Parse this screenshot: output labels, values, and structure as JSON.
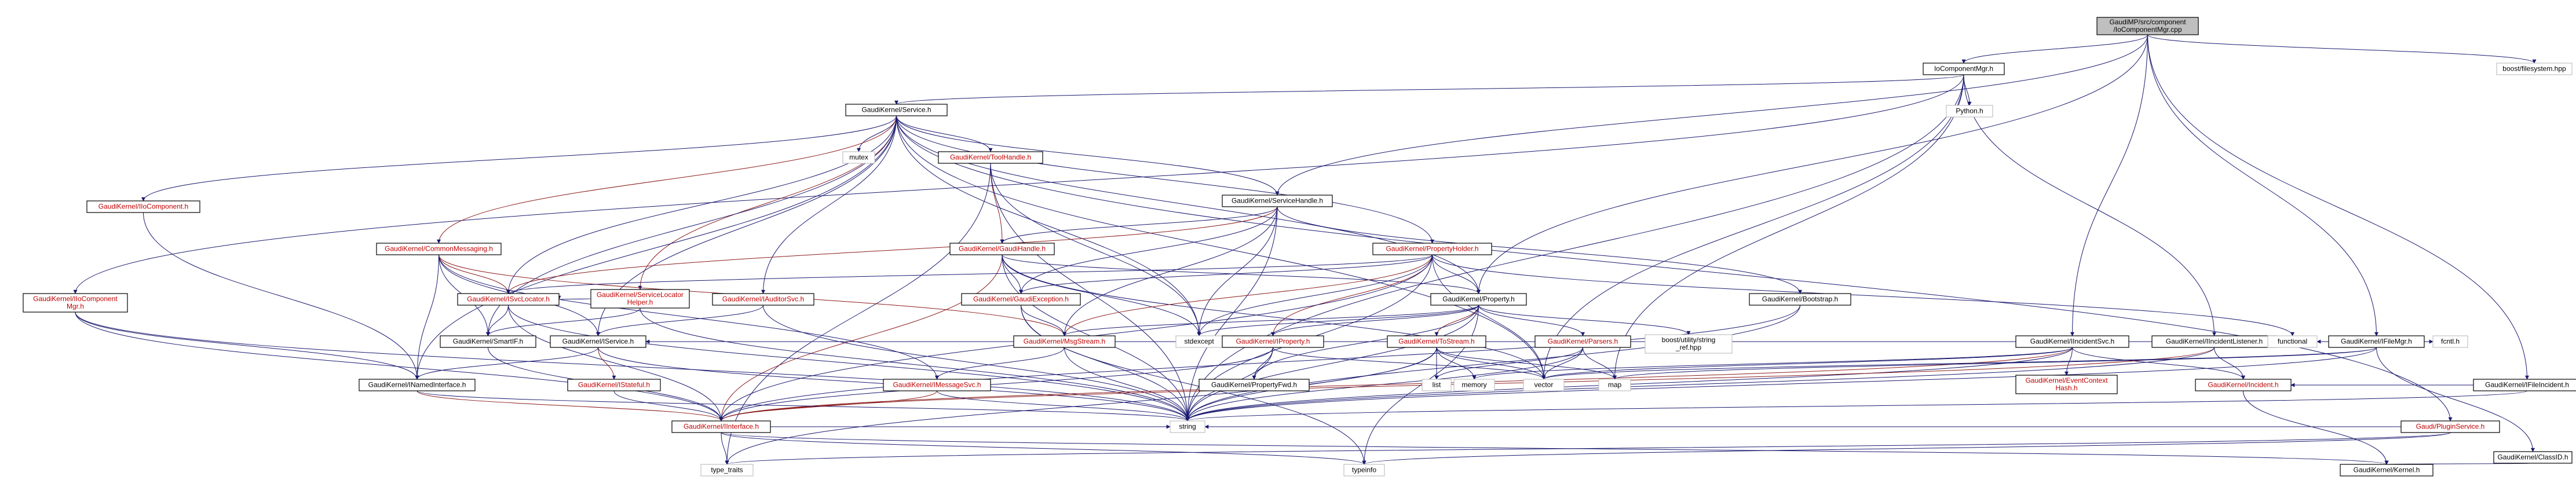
{
  "graph": {
    "title": "include dependency graph",
    "colors": {
      "edge": "#191970",
      "node_border": "#000000",
      "root_fill": "#bfbfbf",
      "undocumented_text": "#c00000",
      "documented_text": "#000000",
      "system_border": "#c0c0c0"
    },
    "nodes": [
      {
        "id": "root",
        "lines": [
          "GaudiMP/src/component",
          "/IoComponentMgr.cpp"
        ],
        "kind": "root"
      },
      {
        "id": "iocompmgr_h",
        "lines": [
          "IoComponentMgr.h"
        ],
        "kind": "doc"
      },
      {
        "id": "boost_fs",
        "lines": [
          "boost/filesystem.hpp"
        ],
        "kind": "ext"
      },
      {
        "id": "python_h",
        "lines": [
          "Python.h"
        ],
        "kind": "ext"
      },
      {
        "id": "service_h",
        "lines": [
          "GaudiKernel/Service.h"
        ],
        "kind": "doc"
      },
      {
        "id": "iiocomponent_h",
        "lines": [
          "GaudiKernel/IIoComponent.h"
        ],
        "kind": "undoc"
      },
      {
        "id": "mutex",
        "lines": [
          "mutex"
        ],
        "kind": "ext"
      },
      {
        "id": "toolhandle_h",
        "lines": [
          "GaudiKernel/ToolHandle.h"
        ],
        "kind": "undoc"
      },
      {
        "id": "servicehandle_h",
        "lines": [
          "GaudiKernel/ServiceHandle.h"
        ],
        "kind": "doc"
      },
      {
        "id": "commonmsg_h",
        "lines": [
          "GaudiKernel/CommonMessaging.h"
        ],
        "kind": "undoc"
      },
      {
        "id": "gaudihandle_h",
        "lines": [
          "GaudiKernel/GaudiHandle.h"
        ],
        "kind": "undoc"
      },
      {
        "id": "propertyholder_h",
        "lines": [
          "GaudiKernel/PropertyHolder.h"
        ],
        "kind": "undoc"
      },
      {
        "id": "isvclocator_h",
        "lines": [
          "GaudiKernel/ISvcLocator.h"
        ],
        "kind": "undoc"
      },
      {
        "id": "svclocatorhelper_h",
        "lines": [
          "GaudiKernel/ServiceLocator",
          "Helper.h"
        ],
        "kind": "undoc"
      },
      {
        "id": "iauditorsvc_h",
        "lines": [
          "GaudiKernel/IAuditorSvc.h"
        ],
        "kind": "undoc"
      },
      {
        "id": "gaudiexception_h",
        "lines": [
          "GaudiKernel/GaudiException.h"
        ],
        "kind": "undoc"
      },
      {
        "id": "property_h",
        "lines": [
          "GaudiKernel/Property.h"
        ],
        "kind": "doc"
      },
      {
        "id": "bootstrap_h",
        "lines": [
          "GaudiKernel/Bootstrap.h"
        ],
        "kind": "doc"
      },
      {
        "id": "iiocompmgr_h",
        "lines": [
          "GaudiKernel/IIoComponent",
          "Mgr.h"
        ],
        "kind": "undoc"
      },
      {
        "id": "ismartif_h",
        "lines": [
          "GaudiKernel/SmartIF.h"
        ],
        "kind": "doc"
      },
      {
        "id": "iservice_h",
        "lines": [
          "GaudiKernel/IService.h"
        ],
        "kind": "doc"
      },
      {
        "id": "msgstream_h",
        "lines": [
          "GaudiKernel/MsgStream.h"
        ],
        "kind": "undoc"
      },
      {
        "id": "stdexcept",
        "lines": [
          "stdexcept"
        ],
        "kind": "ext"
      },
      {
        "id": "iproperty_h",
        "lines": [
          "GaudiKernel/IProperty.h"
        ],
        "kind": "undoc"
      },
      {
        "id": "tostream_h",
        "lines": [
          "GaudiKernel/ToStream.h"
        ],
        "kind": "undoc"
      },
      {
        "id": "parsers_h",
        "lines": [
          "GaudiKernel/Parsers.h"
        ],
        "kind": "undoc"
      },
      {
        "id": "boost_string_ref",
        "lines": [
          "boost/utility/string",
          "_ref.hpp"
        ],
        "kind": "ext"
      },
      {
        "id": "iincidentsvc_h",
        "lines": [
          "GaudiKernel/IIncidentSvc.h"
        ],
        "kind": "doc"
      },
      {
        "id": "iincidentlistener_h",
        "lines": [
          "GaudiKernel/IIncidentListener.h"
        ],
        "kind": "doc"
      },
      {
        "id": "functional",
        "lines": [
          "functional"
        ],
        "kind": "ext"
      },
      {
        "id": "ifilemgr_h",
        "lines": [
          "GaudiKernel/IFileMgr.h"
        ],
        "kind": "doc"
      },
      {
        "id": "fcntl_h",
        "lines": [
          "fcntl.h"
        ],
        "kind": "ext"
      },
      {
        "id": "ifileincident_h",
        "lines": [
          "GaudiKernel/IFileIncident.h"
        ],
        "kind": "doc"
      },
      {
        "id": "inamedinterface_h",
        "lines": [
          "GaudiKernel/INamedInterface.h"
        ],
        "kind": "doc"
      },
      {
        "id": "istateful_h",
        "lines": [
          "GaudiKernel/IStateful.h"
        ],
        "kind": "undoc"
      },
      {
        "id": "imessagesvc_h",
        "lines": [
          "GaudiKernel/IMessageSvc.h"
        ],
        "kind": "undoc"
      },
      {
        "id": "propertyfwd_h",
        "lines": [
          "GaudiKernel/PropertyFwd.h"
        ],
        "kind": "doc"
      },
      {
        "id": "list",
        "lines": [
          "list"
        ],
        "kind": "ext"
      },
      {
        "id": "memory",
        "lines": [
          "memory"
        ],
        "kind": "ext"
      },
      {
        "id": "vector",
        "lines": [
          "vector"
        ],
        "kind": "ext"
      },
      {
        "id": "map",
        "lines": [
          "map"
        ],
        "kind": "ext"
      },
      {
        "id": "eventcontext_h",
        "lines": [
          "GaudiKernel/EventContext",
          "Hash.h"
        ],
        "kind": "undoc"
      },
      {
        "id": "incident_h",
        "lines": [
          "GaudiKernel/Incident.h"
        ],
        "kind": "undoc"
      },
      {
        "id": "pluginservice_h",
        "lines": [
          "Gaudi/PluginService.h"
        ],
        "kind": "undoc"
      },
      {
        "id": "iinterface_h",
        "lines": [
          "GaudiKernel/IInterface.h"
        ],
        "kind": "undoc"
      },
      {
        "id": "string",
        "lines": [
          "string"
        ],
        "kind": "ext"
      },
      {
        "id": "type_traits",
        "lines": [
          "type_traits"
        ],
        "kind": "ext"
      },
      {
        "id": "typeinfo",
        "lines": [
          "typeinfo"
        ],
        "kind": "ext"
      },
      {
        "id": "kernel_h",
        "lines": [
          "GaudiKernel/Kernel.h"
        ],
        "kind": "doc"
      },
      {
        "id": "iclassid_h",
        "lines": [
          "GaudiKernel/ClassID.h"
        ],
        "kind": "doc"
      }
    ],
    "edges": [
      [
        "root",
        "iocompmgr_h"
      ],
      [
        "root",
        "boost_fs"
      ],
      [
        "root",
        "servicehandle_h"
      ],
      [
        "root",
        "property_h"
      ],
      [
        "root",
        "iincidentsvc_h"
      ],
      [
        "root",
        "ifilemgr_h"
      ],
      [
        "root",
        "ifileincident_h"
      ],
      [
        "iocompmgr_h",
        "service_h"
      ],
      [
        "iocompmgr_h",
        "iiocompmgr_h"
      ],
      [
        "iocompmgr_h",
        "python_h"
      ],
      [
        "iocompmgr_h",
        "iincidentlistener_h"
      ],
      [
        "iocompmgr_h",
        "vector"
      ],
      [
        "iocompmgr_h",
        "string"
      ],
      [
        "iocompmgr_h",
        "map"
      ],
      [
        "service_h",
        "iiocomponent_h"
      ],
      [
        "service_h",
        "mutex"
      ],
      [
        "service_h",
        "toolhandle_h"
      ],
      [
        "service_h",
        "servicehandle_h"
      ],
      [
        "service_h",
        "commonmsg_h"
      ],
      [
        "service_h",
        "propertyholder_h"
      ],
      [
        "service_h",
        "isvclocator_h"
      ],
      [
        "service_h",
        "svclocatorhelper_h"
      ],
      [
        "service_h",
        "iauditorsvc_h"
      ],
      [
        "service_h",
        "property_h"
      ],
      [
        "service_h",
        "iservice_h"
      ],
      [
        "service_h",
        "ismartif_h"
      ],
      [
        "service_h",
        "vector"
      ],
      [
        "service_h",
        "stdexcept"
      ],
      [
        "service_h",
        "inamedinterface_h"
      ],
      [
        "iiocomponent_h",
        "inamedinterface_h"
      ],
      [
        "toolhandle_h",
        "gaudihandle_h"
      ],
      [
        "toolhandle_h",
        "stdexcept"
      ],
      [
        "toolhandle_h",
        "type_traits"
      ],
      [
        "toolhandle_h",
        "string"
      ],
      [
        "servicehandle_h",
        "gaudihandle_h"
      ],
      [
        "servicehandle_h",
        "gaudiexception_h"
      ],
      [
        "servicehandle_h",
        "isvclocator_h"
      ],
      [
        "servicehandle_h",
        "bootstrap_h"
      ],
      [
        "servicehandle_h",
        "msgstream_h"
      ],
      [
        "servicehandle_h",
        "stdexcept"
      ],
      [
        "servicehandle_h",
        "string"
      ],
      [
        "commonmsg_h",
        "imessagesvc_h"
      ],
      [
        "commonmsg_h",
        "isvclocator_h"
      ],
      [
        "commonmsg_h",
        "ismartif_h"
      ],
      [
        "commonmsg_h",
        "iservice_h"
      ],
      [
        "commonmsg_h",
        "msgstream_h"
      ],
      [
        "commonmsg_h",
        "inamedinterface_h"
      ],
      [
        "gaudihandle_h",
        "gaudiexception_h"
      ],
      [
        "gaudihandle_h",
        "iinterface_h"
      ],
      [
        "gaudihandle_h",
        "property_h"
      ],
      [
        "gaudihandle_h",
        "string"
      ],
      [
        "gaudihandle_h",
        "vector"
      ],
      [
        "gaudihandle_h",
        "stdexcept"
      ],
      [
        "propertyholder_h",
        "property_h"
      ],
      [
        "propertyholder_h",
        "iproperty_h"
      ],
      [
        "propertyholder_h",
        "gaudiexception_h"
      ],
      [
        "propertyholder_h",
        "isvclocator_h"
      ],
      [
        "propertyholder_h",
        "msgstream_h"
      ],
      [
        "propertyholder_h",
        "iinterface_h"
      ],
      [
        "propertyholder_h",
        "functional"
      ],
      [
        "propertyholder_h",
        "string"
      ],
      [
        "propertyholder_h",
        "vector"
      ],
      [
        "propertyholder_h",
        "stdexcept"
      ],
      [
        "isvclocator_h",
        "ismartif_h"
      ],
      [
        "isvclocator_h",
        "iinterface_h"
      ],
      [
        "isvclocator_h",
        "string"
      ],
      [
        "svclocatorhelper_h",
        "ismartif_h"
      ],
      [
        "svclocatorhelper_h",
        "isvclocator_h"
      ],
      [
        "svclocatorhelper_h",
        "string"
      ],
      [
        "iauditorsvc_h",
        "iservice_h"
      ],
      [
        "iauditorsvc_h",
        "string"
      ],
      [
        "gaudiexception_h",
        "msgstream_h"
      ],
      [
        "gaudiexception_h",
        "string"
      ],
      [
        "gaudiexception_h",
        "typeinfo"
      ],
      [
        "property_h",
        "iproperty_h"
      ],
      [
        "property_h",
        "tostream_h"
      ],
      [
        "property_h",
        "parsers_h"
      ],
      [
        "property_h",
        "propertyfwd_h"
      ],
      [
        "property_h",
        "boost_string_ref"
      ],
      [
        "property_h",
        "msgstream_h"
      ],
      [
        "property_h",
        "stdexcept"
      ],
      [
        "property_h",
        "string"
      ],
      [
        "property_h",
        "typeinfo"
      ],
      [
        "bootstrap_h",
        "iinterface_h"
      ],
      [
        "bootstrap_h",
        "string"
      ],
      [
        "iiocompmgr_h",
        "inamedinterface_h"
      ],
      [
        "iiocompmgr_h",
        "iinterface_h"
      ],
      [
        "iiocompmgr_h",
        "string"
      ],
      [
        "ismartif_h",
        "iinterface_h"
      ],
      [
        "iservice_h",
        "inamedinterface_h"
      ],
      [
        "iservice_h",
        "istateful_h"
      ],
      [
        "iservice_h",
        "string"
      ],
      [
        "msgstream_h",
        "imessagesvc_h"
      ],
      [
        "msgstream_h",
        "string"
      ],
      [
        "iproperty_h",
        "propertyfwd_h"
      ],
      [
        "iproperty_h",
        "iinterface_h"
      ],
      [
        "iproperty_h",
        "string"
      ],
      [
        "iproperty_h",
        "vector"
      ],
      [
        "tostream_h",
        "list"
      ],
      [
        "tostream_h",
        "map"
      ],
      [
        "tostream_h",
        "vector"
      ],
      [
        "tostream_h",
        "string"
      ],
      [
        "tostream_h",
        "memory"
      ],
      [
        "tostream_h",
        "type_traits"
      ],
      [
        "parsers_h",
        "list"
      ],
      [
        "parsers_h",
        "map"
      ],
      [
        "parsers_h",
        "vector"
      ],
      [
        "parsers_h",
        "string"
      ],
      [
        "iincidentsvc_h",
        "iinterface_h"
      ],
      [
        "iincidentsvc_h",
        "incident_h"
      ],
      [
        "iincidentsvc_h",
        "eventcontext_h"
      ],
      [
        "iincidentsvc_h",
        "vector"
      ],
      [
        "iincidentsvc_h",
        "string"
      ],
      [
        "iincidentsvc_h",
        "memory"
      ],
      [
        "iincidentlistener_h",
        "iinterface_h"
      ],
      [
        "iincidentlistener_h",
        "incident_h"
      ],
      [
        "iincidentlistener_h",
        "string"
      ],
      [
        "ifilemgr_h",
        "iservice_h"
      ],
      [
        "ifilemgr_h",
        "iclassid_h"
      ],
      [
        "ifilemgr_h",
        "fcntl_h"
      ],
      [
        "ifilemgr_h",
        "functional"
      ],
      [
        "ifilemgr_h",
        "map"
      ],
      [
        "ifilemgr_h",
        "string"
      ],
      [
        "ifilemgr_h",
        "vector"
      ],
      [
        "ifileincident_h",
        "incident_h"
      ],
      [
        "ifileincident_h",
        "string"
      ],
      [
        "inamedinterface_h",
        "iinterface_h"
      ],
      [
        "inamedinterface_h",
        "string"
      ],
      [
        "istateful_h",
        "iinterface_h"
      ],
      [
        "imessagesvc_h",
        "iinterface_h"
      ],
      [
        "imessagesvc_h",
        "string"
      ],
      [
        "incident_h",
        "kernel_h"
      ],
      [
        "pluginservice_h",
        "typeinfo"
      ],
      [
        "pluginservice_h",
        "type_traits"
      ],
      [
        "pluginservice_h",
        "string"
      ],
      [
        "iinterface_h",
        "kernel_h"
      ],
      [
        "iinterface_h",
        "type_traits"
      ],
      [
        "iinterface_h",
        "typeinfo"
      ],
      [
        "iinterface_h",
        "string"
      ],
      [
        "iclassid_h",
        "kernel_h"
      ],
      [
        "service_h",
        "pluginservice_h"
      ]
    ]
  }
}
